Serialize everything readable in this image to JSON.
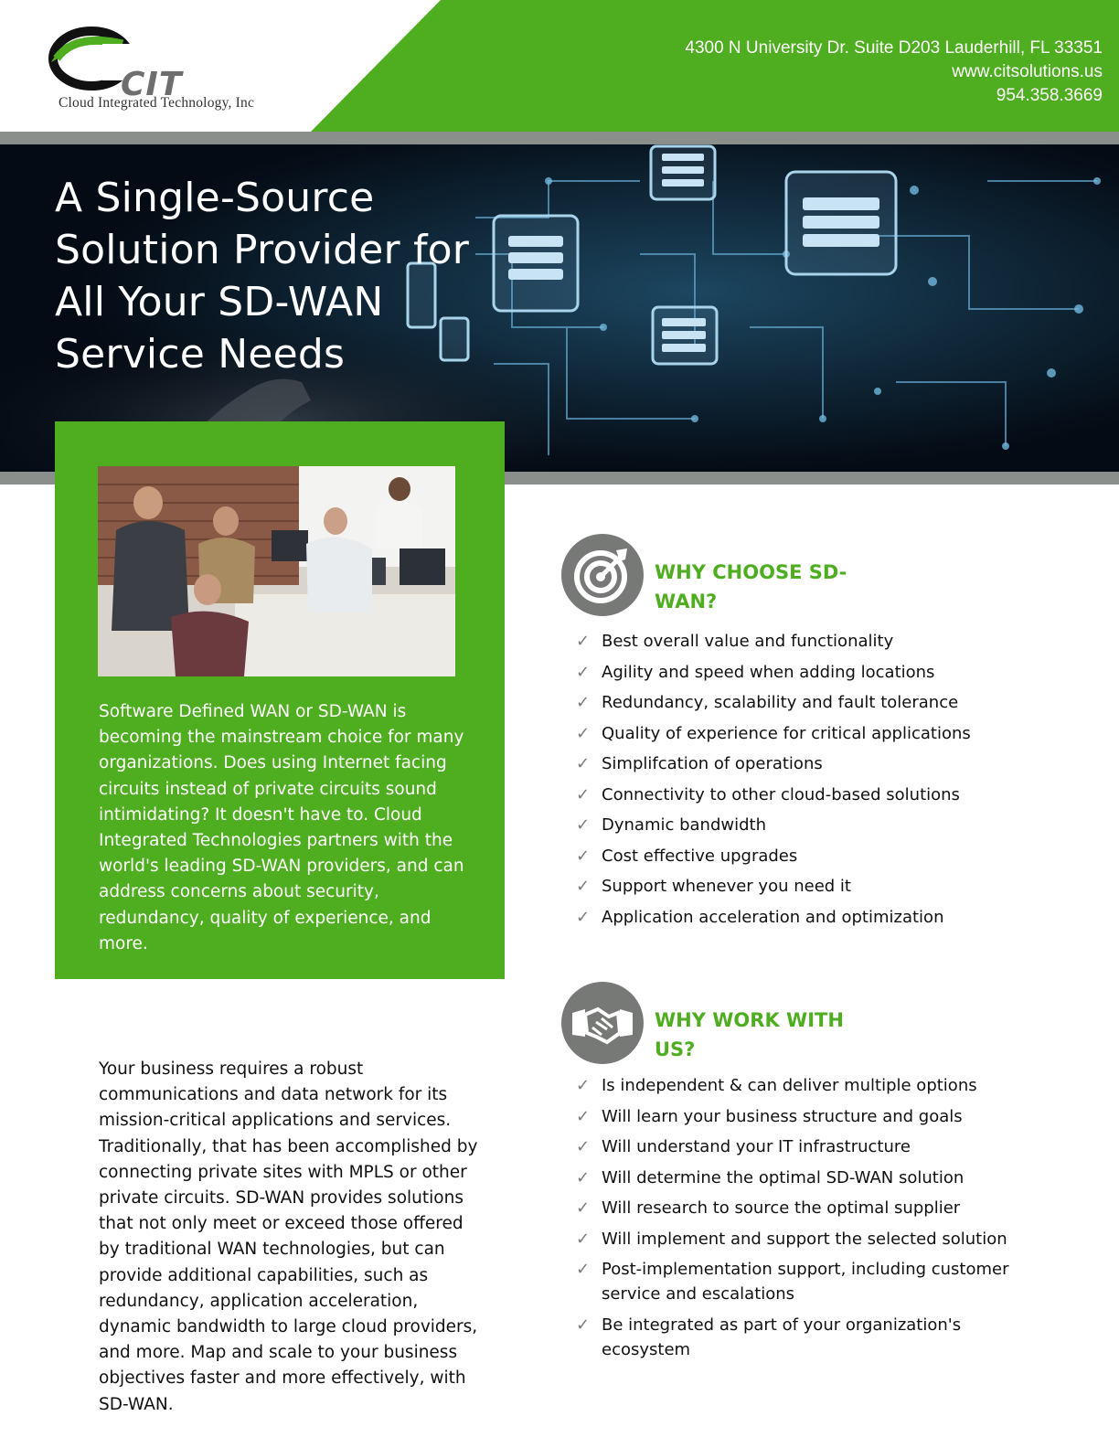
{
  "header": {
    "logo_mark": "CIT",
    "logo_caption": "Cloud Integrated Technology, Inc",
    "address": "4300 N University Dr. Suite D203 Lauderhill, FL 33351",
    "website": "www.citsolutions.us",
    "phone": "954.358.3669"
  },
  "hero": {
    "title": "A Single-Source Solution Provider for All Your SD-WAN Service Needs"
  },
  "intro": {
    "text": "Software Defined WAN or SD-WAN is becoming the mainstream choice for many organizations. Does using Internet facing circuits instead of private circuits sound intimidating? It doesn't have to. Cloud Integrated Technologies partners with the world's leading SD-WAN providers, and can address concerns about security, redundancy, quality of experience, and more."
  },
  "body": {
    "text": "Your business requires a robust communications and data network for its mission-critical applications and services. Traditionally, that has been accomplished by connecting private sites with MPLS or other private circuits. SD-WAN provides solutions that not only meet or exceed those offered by traditional WAN technologies, but can provide additional capabilities, such as redundancy, application acceleration, dynamic bandwidth to large cloud providers, and more. Map and scale to your business objectives faster and more effectively, with SD-WAN."
  },
  "colors": {
    "brand_green": "#4fad20",
    "rule_gray": "#8a8f8c",
    "icon_gray": "#777977"
  },
  "why_choose": {
    "title_line1": "WHY CHOOSE SD-",
    "title_line2": "WAN?",
    "icon": "target-icon",
    "items": [
      "Best overall value and functionality",
      "Agility and speed when adding locations",
      "Redundancy, scalability and fault tolerance",
      "Quality of experience for critical applications",
      "Simplifcation of operations",
      "Connectivity to other cloud-based solutions",
      "Dynamic bandwidth",
      "Cost effective upgrades",
      "Support whenever you need it",
      "Application acceleration and optimization"
    ]
  },
  "why_work": {
    "title_line1": "WHY WORK WITH",
    "title_line2": "US?",
    "icon": "handshake-icon",
    "items": [
      "Is independent & can deliver multiple options",
      "Will learn your business structure and goals",
      "Will understand your IT infrastructure",
      "Will determine the optimal SD-WAN solution",
      "Will research to source the optimal supplier",
      "Will implement and support the selected solution",
      "Post-implementation support, including customer service and escalations",
      "Be integrated as part of your organization's ecosystem"
    ]
  },
  "check_glyph": "✓"
}
